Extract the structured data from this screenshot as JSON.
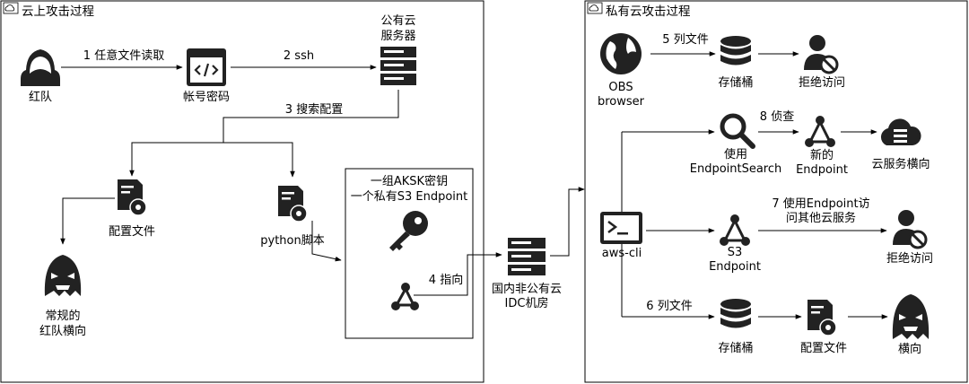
{
  "panels": {
    "left_title": "云上攻击过程",
    "right_title": "私有云攻击过程"
  },
  "nodes": {
    "red_team": "红队",
    "account_password": "帐号密码",
    "public_cloud_server": [
      "公有云",
      "服务器"
    ],
    "config_file_left": "配置文件",
    "python_script": "python脚本",
    "lateral_red_team": [
      "常规的",
      "红队横向"
    ],
    "aksk_group": [
      "一组AKSK密钥",
      "一个私有S3 Endpoint"
    ],
    "domestic_idc": [
      "国内非公有云",
      "IDC机房"
    ],
    "obs_browser": [
      "OBS",
      "browser"
    ],
    "bucket_1": "存储桶",
    "deny_access_1": "拒绝访问",
    "use_endpoint_search": [
      "使用",
      "EndpointSearch"
    ],
    "new_endpoint": [
      "新的",
      "Endpoint"
    ],
    "cloud_service_lateral": "云服务横向",
    "aws_cli": "aws-cli",
    "s3_endpoint": [
      "S3",
      "Endpoint"
    ],
    "deny_access_2": "拒绝访问",
    "bucket_2": "存储桶",
    "config_file_right": "配置文件",
    "lateral": "横向"
  },
  "edges": {
    "e1": "1 任意文件读取",
    "e2": "2 ssh",
    "e3": "3 搜索配置",
    "e4": "4 指向",
    "e5": "5 列文件",
    "e6": "6 列文件",
    "e7": [
      "7 使用Endpoint访",
      "问其他云服务"
    ],
    "e8": "8 侦查"
  }
}
